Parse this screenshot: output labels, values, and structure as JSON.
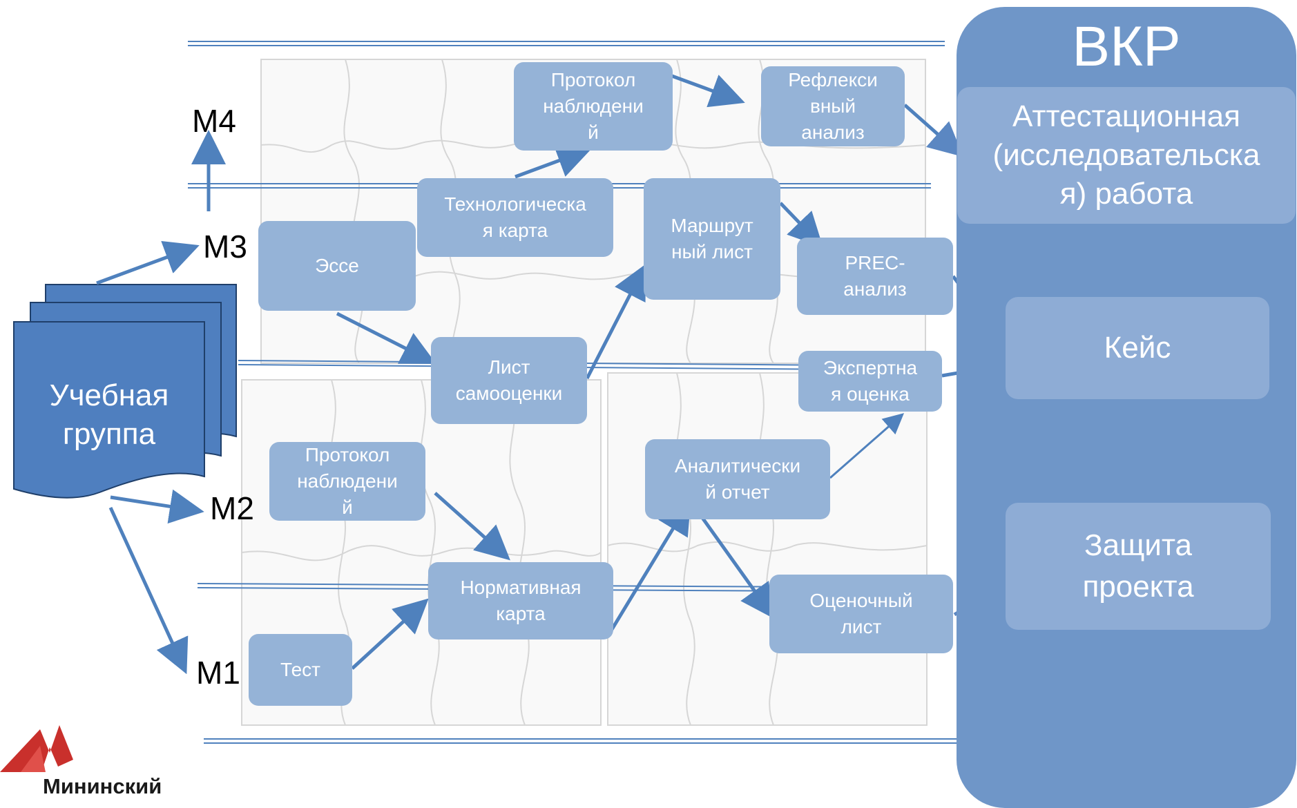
{
  "levels": {
    "m1": "М1",
    "m2": "М2",
    "m3": "М3",
    "m4": "М4"
  },
  "group": {
    "label": "Учебная\nгруппа"
  },
  "vkr": {
    "title": "ВКР",
    "attestation": "Аттестационная\n(исследовательска\nя) работа",
    "case": "Кейс",
    "defense": "Защита\nпроекта"
  },
  "boxes": {
    "protocol_top": "Протокол\nнаблюдени\nй",
    "reflexive": "Рефлекси\nвный\nанализ",
    "tech_card": "Технологическа\nя карта",
    "route_sheet": "Маршрут\nный лист",
    "essay": "Эссе",
    "prec": "PREC-\nанализ",
    "self_assessment": "Лист\nсамооценки",
    "expert": "Экспертна\nя оценка",
    "protocol_bottom": "Протокол\nнаблюдени\nй",
    "analytical": "Аналитически\nй отчет",
    "normative": "Нормативная\nкарта",
    "evaluation": "Оценочный\nлист",
    "test": "Тест"
  },
  "logo": {
    "text": "Мининский"
  },
  "colors": {
    "box": "#95b3d7",
    "panel": "#6f96c8",
    "panel_box": "#8eacd5",
    "arrow": "#4f81bd",
    "group": "#4f7fbf",
    "logo_red": "#c9302c"
  }
}
